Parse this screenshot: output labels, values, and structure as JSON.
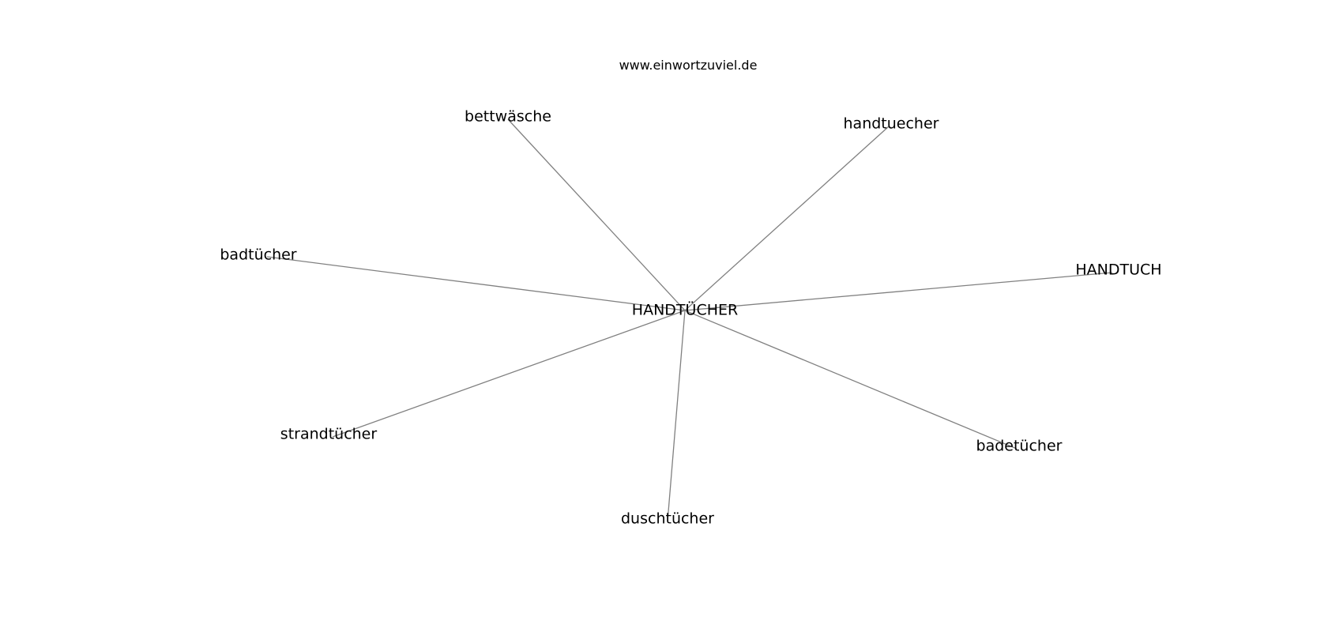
{
  "header": {
    "site": "www.einwortzuviel.de"
  },
  "graph": {
    "center": {
      "id": "handtuecher_center",
      "label": "HANDTÜCHER"
    },
    "neighbors": [
      {
        "id": "bettwaesche",
        "label": "bettwäsche"
      },
      {
        "id": "handtuecher_lower",
        "label": "handtuecher"
      },
      {
        "id": "badtuecher",
        "label": "badtücher"
      },
      {
        "id": "handtuch",
        "label": "HANDTUCH"
      },
      {
        "id": "strandtuecher",
        "label": "strandtücher"
      },
      {
        "id": "badetuecher",
        "label": "badetücher"
      },
      {
        "id": "duschtuecher",
        "label": "duschtücher"
      }
    ]
  },
  "colors": {
    "edge": "#808080",
    "text": "#000000",
    "background": "#ffffff"
  }
}
